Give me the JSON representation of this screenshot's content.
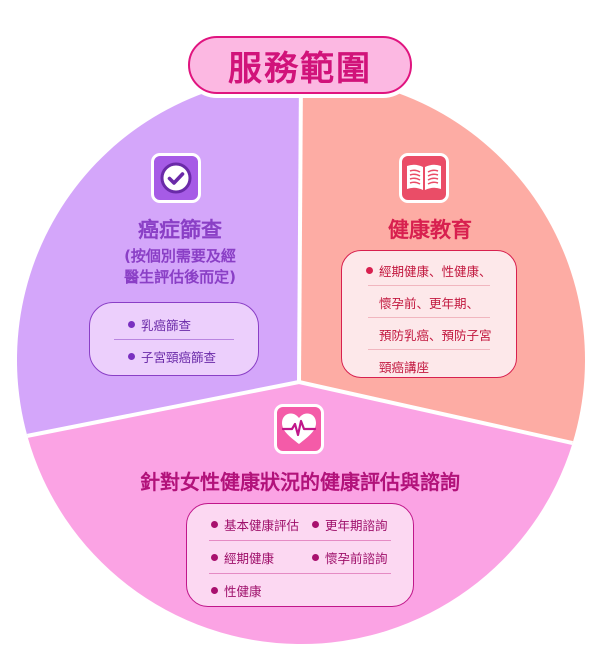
{
  "title": "服務範圍",
  "colors": {
    "screening_fill": "#d4a6fa",
    "education_fill": "#fdaca4",
    "assessment_fill": "#fba3e4",
    "title_fill": "#fcb8e2",
    "title_text": "#d1137a"
  },
  "sections": {
    "screening": {
      "icon": "check-circle-icon",
      "title": "癌症篩查",
      "subtitle_line1": "(按個別需要及經",
      "subtitle_line2": "醫生評估後而定)",
      "items": [
        "乳癌篩查",
        "子宮頸癌篩查"
      ]
    },
    "education": {
      "icon": "open-book-icon",
      "title": "健康教育",
      "lines": [
        "經期健康、性健康、",
        "懷孕前、更年期、",
        "預防乳癌、預防子宮",
        "頸癌講座"
      ]
    },
    "assessment": {
      "icon": "heart-pulse-icon",
      "title": "針對女性健康狀況的健康評估與諮詢",
      "items": [
        "基本健康評估",
        "更年期諮詢",
        "經期健康",
        "懷孕前諮詢",
        "性健康"
      ]
    }
  }
}
